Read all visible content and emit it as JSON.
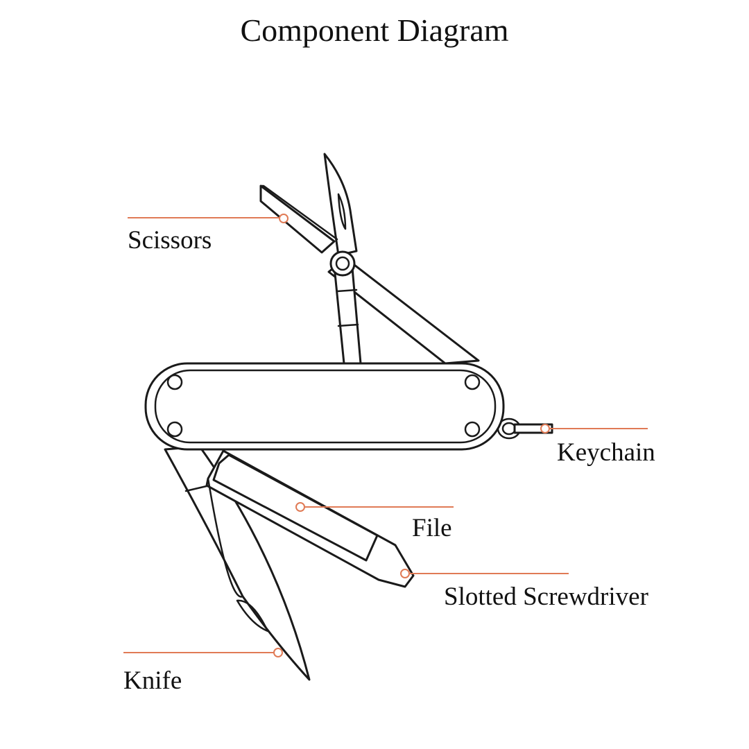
{
  "title": "Component Diagram",
  "colors": {
    "leader": "#E07A55",
    "outline": "#1A1A1A",
    "background": "#FFFFFF"
  },
  "labels": {
    "scissors": "Scissors",
    "keychain": "Keychain",
    "file": "File",
    "screwdriver": "Slotted Screwdriver",
    "knife": "Knife"
  }
}
